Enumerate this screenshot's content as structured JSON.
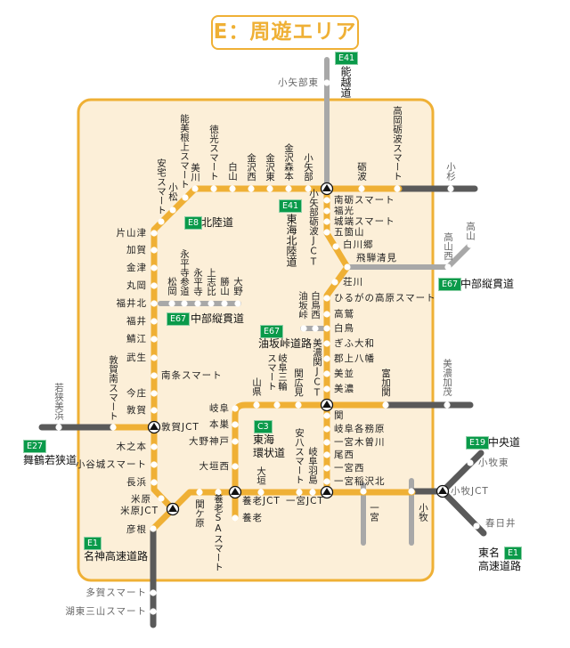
{
  "title": "E：周遊エリア",
  "colors": {
    "area_route": "#efb035",
    "outside_route": "#5a5a5a",
    "connector_route": "#a8a8a8",
    "badge": "#0a9a4a",
    "area_fill": "#fcefd8"
  },
  "routes": [
    {
      "code": "E41",
      "name": "能越道"
    },
    {
      "code": "E8",
      "name": "北陸道"
    },
    {
      "code": "E41",
      "name": "東海北陸道"
    },
    {
      "code": "E67",
      "name": "中部縦貫道"
    },
    {
      "code": "E67",
      "name": "中部縦貫道"
    },
    {
      "code": "E67",
      "name": "油坂峠道路"
    },
    {
      "code": "C3",
      "name_lines": [
        "東海",
        "環状道"
      ]
    },
    {
      "code": "E27",
      "name": "舞鶴若狭道"
    },
    {
      "code": "E19",
      "name": "中央道"
    },
    {
      "code": "E1",
      "name": "名神高速道路"
    },
    {
      "code": "E1",
      "name_lines": [
        "東名",
        "高速道路"
      ]
    }
  ],
  "hokuriku_top": [
    "安宅スマート",
    "小松",
    "能美根上スマート",
    "美川",
    "徳光スマート",
    "白山",
    "金沢西",
    "金沢東",
    "金沢森本",
    "小矢部",
    "砺波",
    "高岡砺波スマート"
  ],
  "hokuriku_left": [
    "片山津",
    "加賀",
    "金津",
    "丸岡",
    "福井北",
    "福井",
    "鯖江",
    "武生",
    "南条スマート",
    "今庄",
    "敦賀",
    "木之本",
    "小谷城スマート",
    "長浜",
    "米原",
    "彦根"
  ],
  "meishin_south": [
    "多賀スマート",
    "湖東三山スマート"
  ],
  "jcts": [
    "小矢部砺波JCT",
    "敦賀JCT",
    "米原JCT",
    "美濃関JCT",
    "養老JCT",
    "一宮JCT",
    "小牧JCT"
  ],
  "tokai_hokuriku": [
    "南砺スマート",
    "福光",
    "城端スマート",
    "五箇山",
    "白川郷",
    "飛騨清見",
    "荘川",
    "ひるがの高原スマート",
    "高鷲",
    "白鳥",
    "ぎふ大和",
    "郡上八幡",
    "美並",
    "美濃",
    "関",
    "岐阜各務原",
    "一宮木曽川",
    "尾西",
    "一宮西",
    "一宮稲沢北"
  ],
  "chubu_west": [
    "松岡",
    "永平寺参道",
    "永平寺",
    "上志比",
    "勝山",
    "大野"
  ],
  "chubu_east": [
    "高山西",
    "高山"
  ],
  "aburazaka": [
    "油坂峠",
    "白鳥西"
  ],
  "tokai_kanjo": [
    "山県",
    "岐阜三輪スマート",
    "関広見",
    "富加関",
    "美濃加茂",
    "岐阜",
    "本巣",
    "大野神戸",
    "大垣西"
  ],
  "meishin": [
    "関ケ原",
    "養老SAスマート",
    "大垣",
    "安八スマート",
    "岐阜羽島",
    "養老",
    "一宮",
    "小牧"
  ],
  "external": [
    "小矢部東",
    "小杉",
    "若狭美浜",
    "敦賀南スマート",
    "小牧東",
    "春日井"
  ]
}
